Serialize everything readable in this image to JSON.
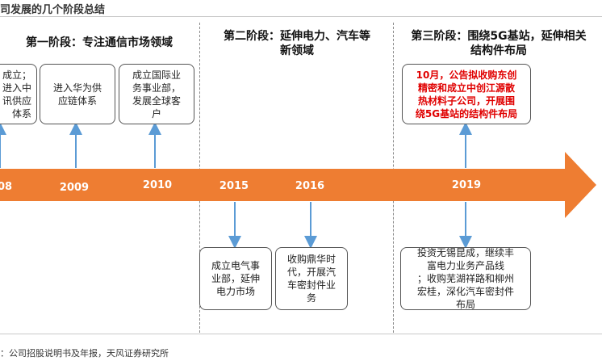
{
  "header": {
    "title": "司发展的几个阶段总结"
  },
  "stages": [
    {
      "title": "第一阶段：专注通信市场领域"
    },
    {
      "title": "第二阶段：延伸电力、汽车等\n新领域"
    },
    {
      "title": "第三阶段：围绕5G基站，延伸相关\n结构件布局"
    }
  ],
  "timeline": {
    "years": [
      "08",
      "2009",
      "2010",
      "2015",
      "2016",
      "2019"
    ],
    "colors": {
      "arrow": "#ee7d32",
      "connector": "#5b9bd5",
      "highlight": "#e00000"
    }
  },
  "events_top": [
    {
      "year": "08",
      "text": "成立；\n进入中\n讯供应\n体系"
    },
    {
      "year": "2009",
      "text": "进入华为供\n应链体系"
    },
    {
      "year": "2010",
      "text": "成立国际业\n务事业部，\n发展全球客\n户"
    },
    {
      "year": "2019",
      "text": "10月，公告拟收购东创\n精密和成立中创江源散\n热材料子公司，开展围\n绕5G基站的结构件布局"
    }
  ],
  "events_bottom": [
    {
      "year": "2015",
      "text": "成立电气事\n业部，延伸\n电力市场"
    },
    {
      "year": "2016",
      "text": "收购鼎华时\n代，开展汽\n车密封件业\n务"
    },
    {
      "year": "2019",
      "text": "投资无锡昆成，继续丰\n富电力业务产品线\n；收购芜湖祥路和柳州\n宏桂，深化汽车密封件\n布局"
    }
  ],
  "footer": {
    "source": "：公司招股说明书及年报，天风证券研究所"
  }
}
